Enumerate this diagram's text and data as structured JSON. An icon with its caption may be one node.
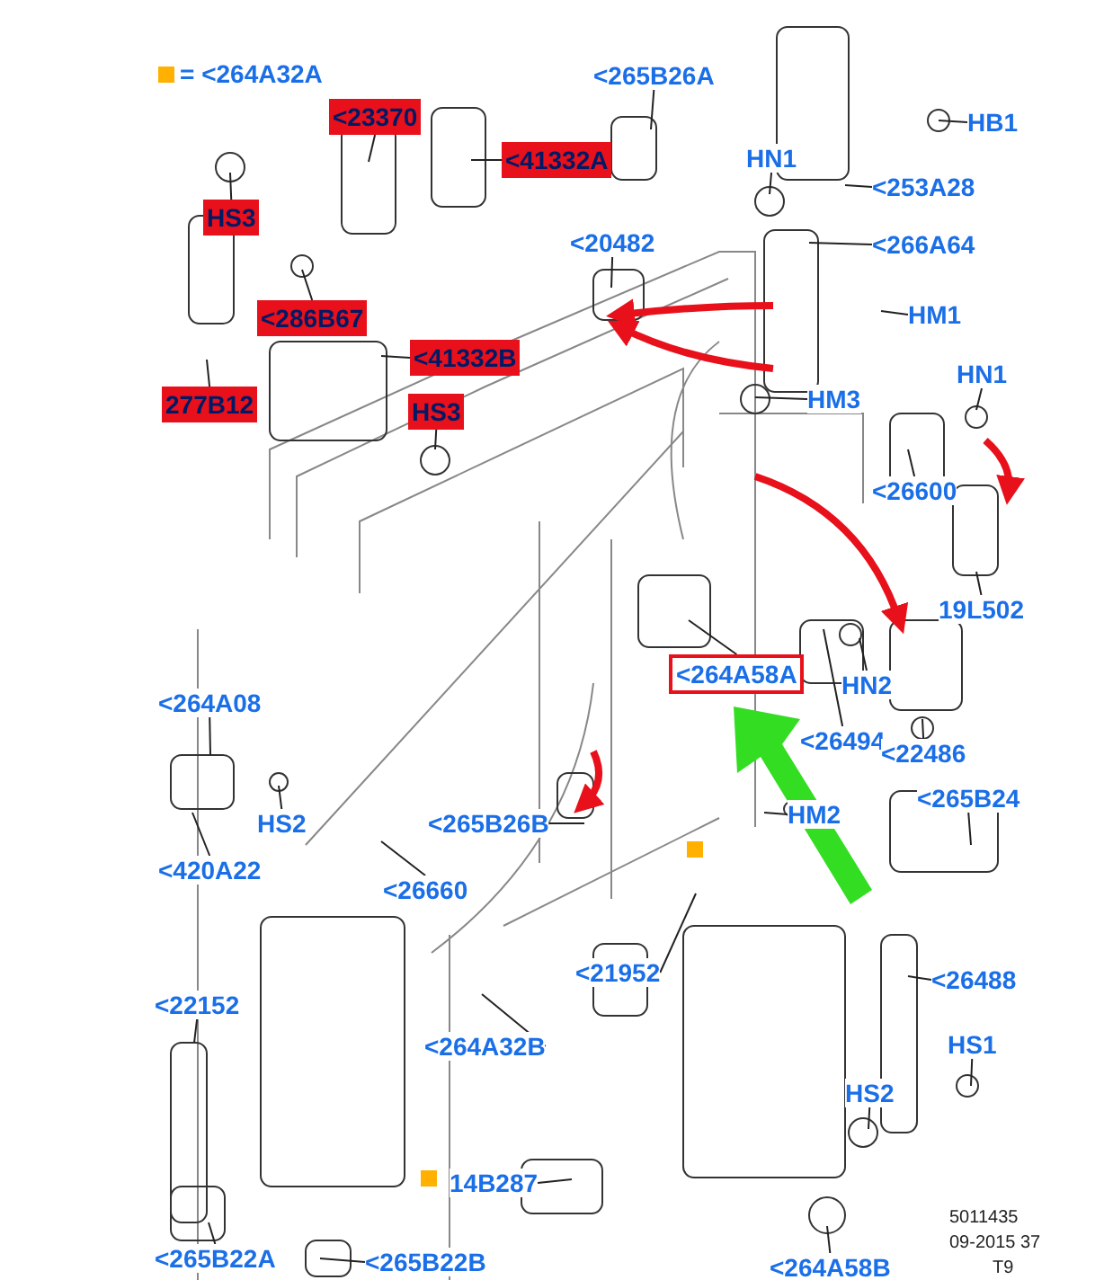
{
  "diagram": {
    "nodes": [
      {
        "text": [
          "<23370"
        ]
      },
      {
        "text": [
          "<41332A"
        ]
      },
      {
        "text": [
          "HS3"
        ]
      },
      {
        "text": [
          "<286B67"
        ]
      },
      {
        "text": [
          "<41332B"
        ]
      },
      {
        "text": [
          "277B12"
        ]
      },
      {
        "text": [
          "HS3"
        ]
      },
      {
        "text": [
          "<265B26A"
        ]
      },
      {
        "text": [
          "HB1"
        ]
      },
      {
        "text": [
          "HN1"
        ]
      },
      {
        "text": [
          "<253A28"
        ]
      },
      {
        "text": [
          "<20482"
        ]
      },
      {
        "text": [
          "<266A64"
        ]
      },
      {
        "text": [
          "HM1"
        ]
      },
      {
        "text": [
          "HM3"
        ]
      },
      {
        "text": [
          "HN1"
        ]
      },
      {
        "text": [
          "<26600"
        ]
      },
      {
        "text": [
          "19L502"
        ]
      },
      {
        "text": [
          "<264A58A"
        ]
      },
      {
        "text": [
          "HN2"
        ]
      },
      {
        "text": [
          "<26494"
        ]
      },
      {
        "text": [
          "<22486"
        ]
      },
      {
        "text": [
          "<265B24"
        ]
      },
      {
        "text": [
          "HM2"
        ]
      },
      {
        "text": [
          "<264A08"
        ]
      },
      {
        "text": [
          "HS2"
        ]
      },
      {
        "text": [
          "<420A22"
        ]
      },
      {
        "text": [
          "<265B26B"
        ]
      },
      {
        "text": [
          "<26660"
        ]
      },
      {
        "text": [
          "<21952"
        ]
      },
      {
        "text": [
          "<26488"
        ]
      },
      {
        "text": [
          "HS1"
        ]
      },
      {
        "text": [
          "<22152"
        ]
      },
      {
        "text": [
          "<264A32B"
        ]
      },
      {
        "text": [
          "HS2"
        ]
      },
      {
        "text": [
          "14B287"
        ]
      },
      {
        "text": [
          "<265B22B"
        ]
      },
      {
        "text": [
          "<265B22A"
        ]
      },
      {
        "text": [
          "<264A58B"
        ]
      }
    ],
    "edges": [
      {
        "from": 0,
        "to": null,
        "arrow": "none"
      },
      {
        "from": 1,
        "to": null,
        "arrow": "none"
      },
      {
        "from": 2,
        "to": null,
        "arrow": "none"
      },
      {
        "from": 3,
        "to": null,
        "arrow": "none"
      },
      {
        "from": 4,
        "to": null,
        "arrow": "none"
      },
      {
        "from": 5,
        "to": null,
        "arrow": "none"
      },
      {
        "from": 6,
        "to": null,
        "arrow": "none"
      },
      {
        "from": 7,
        "to": null,
        "arrow": "none"
      },
      {
        "from": 8,
        "to": null,
        "arrow": "none"
      },
      {
        "from": 9,
        "to": null,
        "arrow": "none"
      },
      {
        "from": 10,
        "to": null,
        "arrow": "none"
      },
      {
        "from": 11,
        "to": null,
        "arrow": "none"
      },
      {
        "from": 12,
        "to": null,
        "arrow": "none"
      },
      {
        "from": 13,
        "to": null,
        "arrow": "none"
      },
      {
        "from": 14,
        "to": null,
        "arrow": "none"
      },
      {
        "from": 15,
        "to": null,
        "arrow": "none"
      },
      {
        "from": 16,
        "to": null,
        "arrow": "none"
      },
      {
        "from": 17,
        "to": null,
        "arrow": "none"
      },
      {
        "from": 18,
        "to": null,
        "arrow": "none"
      },
      {
        "from": 19,
        "to": null,
        "arrow": "none"
      },
      {
        "from": 20,
        "to": null,
        "arrow": "none"
      },
      {
        "from": 21,
        "to": null,
        "arrow": "none"
      },
      {
        "from": 22,
        "to": null,
        "arrow": "none"
      },
      {
        "from": 23,
        "to": null,
        "arrow": "none"
      },
      {
        "from": 24,
        "to": null,
        "arrow": "none"
      },
      {
        "from": 25,
        "to": null,
        "arrow": "none"
      },
      {
        "from": 26,
        "to": null,
        "arrow": "none"
      },
      {
        "from": 27,
        "to": null,
        "arrow": "none"
      },
      {
        "from": 28,
        "to": null,
        "arrow": "none"
      },
      {
        "from": 29,
        "to": null,
        "arrow": "none"
      },
      {
        "from": 30,
        "to": null,
        "arrow": "none"
      },
      {
        "from": 31,
        "to": null,
        "arrow": "none"
      },
      {
        "from": 32,
        "to": null,
        "arrow": "none"
      },
      {
        "from": 33,
        "to": null,
        "arrow": "none"
      },
      {
        "from": 34,
        "to": null,
        "arrow": "none"
      },
      {
        "from": 35,
        "to": null,
        "arrow": "none"
      },
      {
        "from": 36,
        "to": null,
        "arrow": "none"
      },
      {
        "from": 37,
        "to": null,
        "arrow": "none"
      },
      {
        "from": 38,
        "to": null,
        "arrow": "none"
      }
    ],
    "labels": [
      "5011435",
      "09-2015 37",
      "T9"
    ],
    "legend": [
      {
        "text": "= <264A32A",
        "color": "#ffb000"
      }
    ]
  }
}
